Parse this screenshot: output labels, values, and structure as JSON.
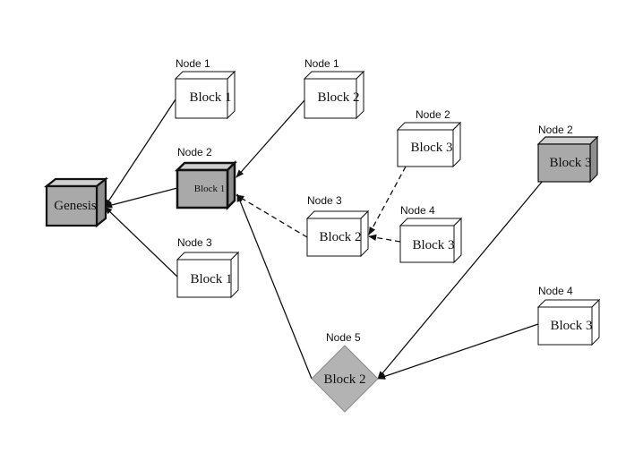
{
  "nodes": {
    "genesis": {
      "block": "Genesis",
      "fill": "#a9a9a9"
    },
    "n1_b1": {
      "caption": "Node 1",
      "block": "Block 1",
      "fill": "#ffffff"
    },
    "n2_b1": {
      "caption": "Node 2",
      "block": "Block 1",
      "fill": "#a9a9a9"
    },
    "n3_b1": {
      "caption": "Node 3",
      "block": "Block 1",
      "fill": "#ffffff"
    },
    "n1_b2": {
      "caption": "Node 1",
      "block": "Block 2",
      "fill": "#ffffff"
    },
    "n3_b2": {
      "caption": "Node 3",
      "block": "Block 2",
      "fill": "#ffffff"
    },
    "n2_b3a": {
      "caption": "Node 2",
      "block": "Block 3",
      "fill": "#ffffff"
    },
    "n4_b3a": {
      "caption": "Node 4",
      "block": "Block 3",
      "fill": "#ffffff"
    },
    "n2_b3b": {
      "caption": "Node 2",
      "block": "Block 3",
      "fill": "#a9a9a9"
    },
    "n4_b3b": {
      "caption": "Node 4",
      "block": "Block 3",
      "fill": "#ffffff"
    },
    "n5_b2": {
      "caption": "Node 5",
      "block": "Block 2",
      "fill": "#b3b3b3"
    }
  },
  "edges": [
    {
      "from": "n1_b1",
      "to": "genesis",
      "style": "solid"
    },
    {
      "from": "n2_b1",
      "to": "genesis",
      "style": "solid"
    },
    {
      "from": "n3_b1",
      "to": "genesis",
      "style": "solid"
    },
    {
      "from": "n1_b2",
      "to": "n2_b1",
      "style": "solid"
    },
    {
      "from": "n3_b2",
      "to": "n2_b1",
      "style": "dashed"
    },
    {
      "from": "n2_b3a",
      "to": "n3_b2",
      "style": "dashed"
    },
    {
      "from": "n4_b3a",
      "to": "n3_b2",
      "style": "dashed"
    },
    {
      "from": "n5_b2",
      "to": "n2_b1",
      "style": "solid"
    },
    {
      "from": "n2_b3b",
      "to": "n5_b2",
      "style": "solid"
    },
    {
      "from": "n4_b3b",
      "to": "n5_b2",
      "style": "solid"
    }
  ]
}
